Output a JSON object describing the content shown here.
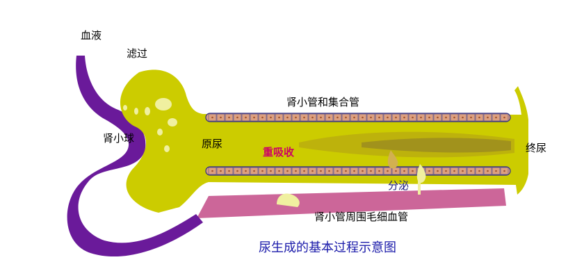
{
  "labels": {
    "blood": "血液",
    "filtration": "滤过",
    "glomerulus": "肾小球",
    "tubule": "肾小管和集合管",
    "primary_urine": "原尿",
    "reabsorption": "重吸收",
    "final_urine": "终尿",
    "secretion": "分泌",
    "capillary": "肾小管周围毛细血管",
    "caption": "尿生成的基本过程示意图"
  },
  "colors": {
    "vessel": "#6a1a9a",
    "capillary": "#cc6699",
    "fluid": "#cccc00",
    "fluid_dark": "#a89a1a",
    "cell": "#dda080",
    "cell_dot": "#a0522d",
    "droplet": "#f0f0a0",
    "reabsorption_text": "#cc0066",
    "caption_text": "#1a1aaa",
    "secretion_text": "#1a1a80"
  },
  "icons": [
    "droplet-icon"
  ]
}
